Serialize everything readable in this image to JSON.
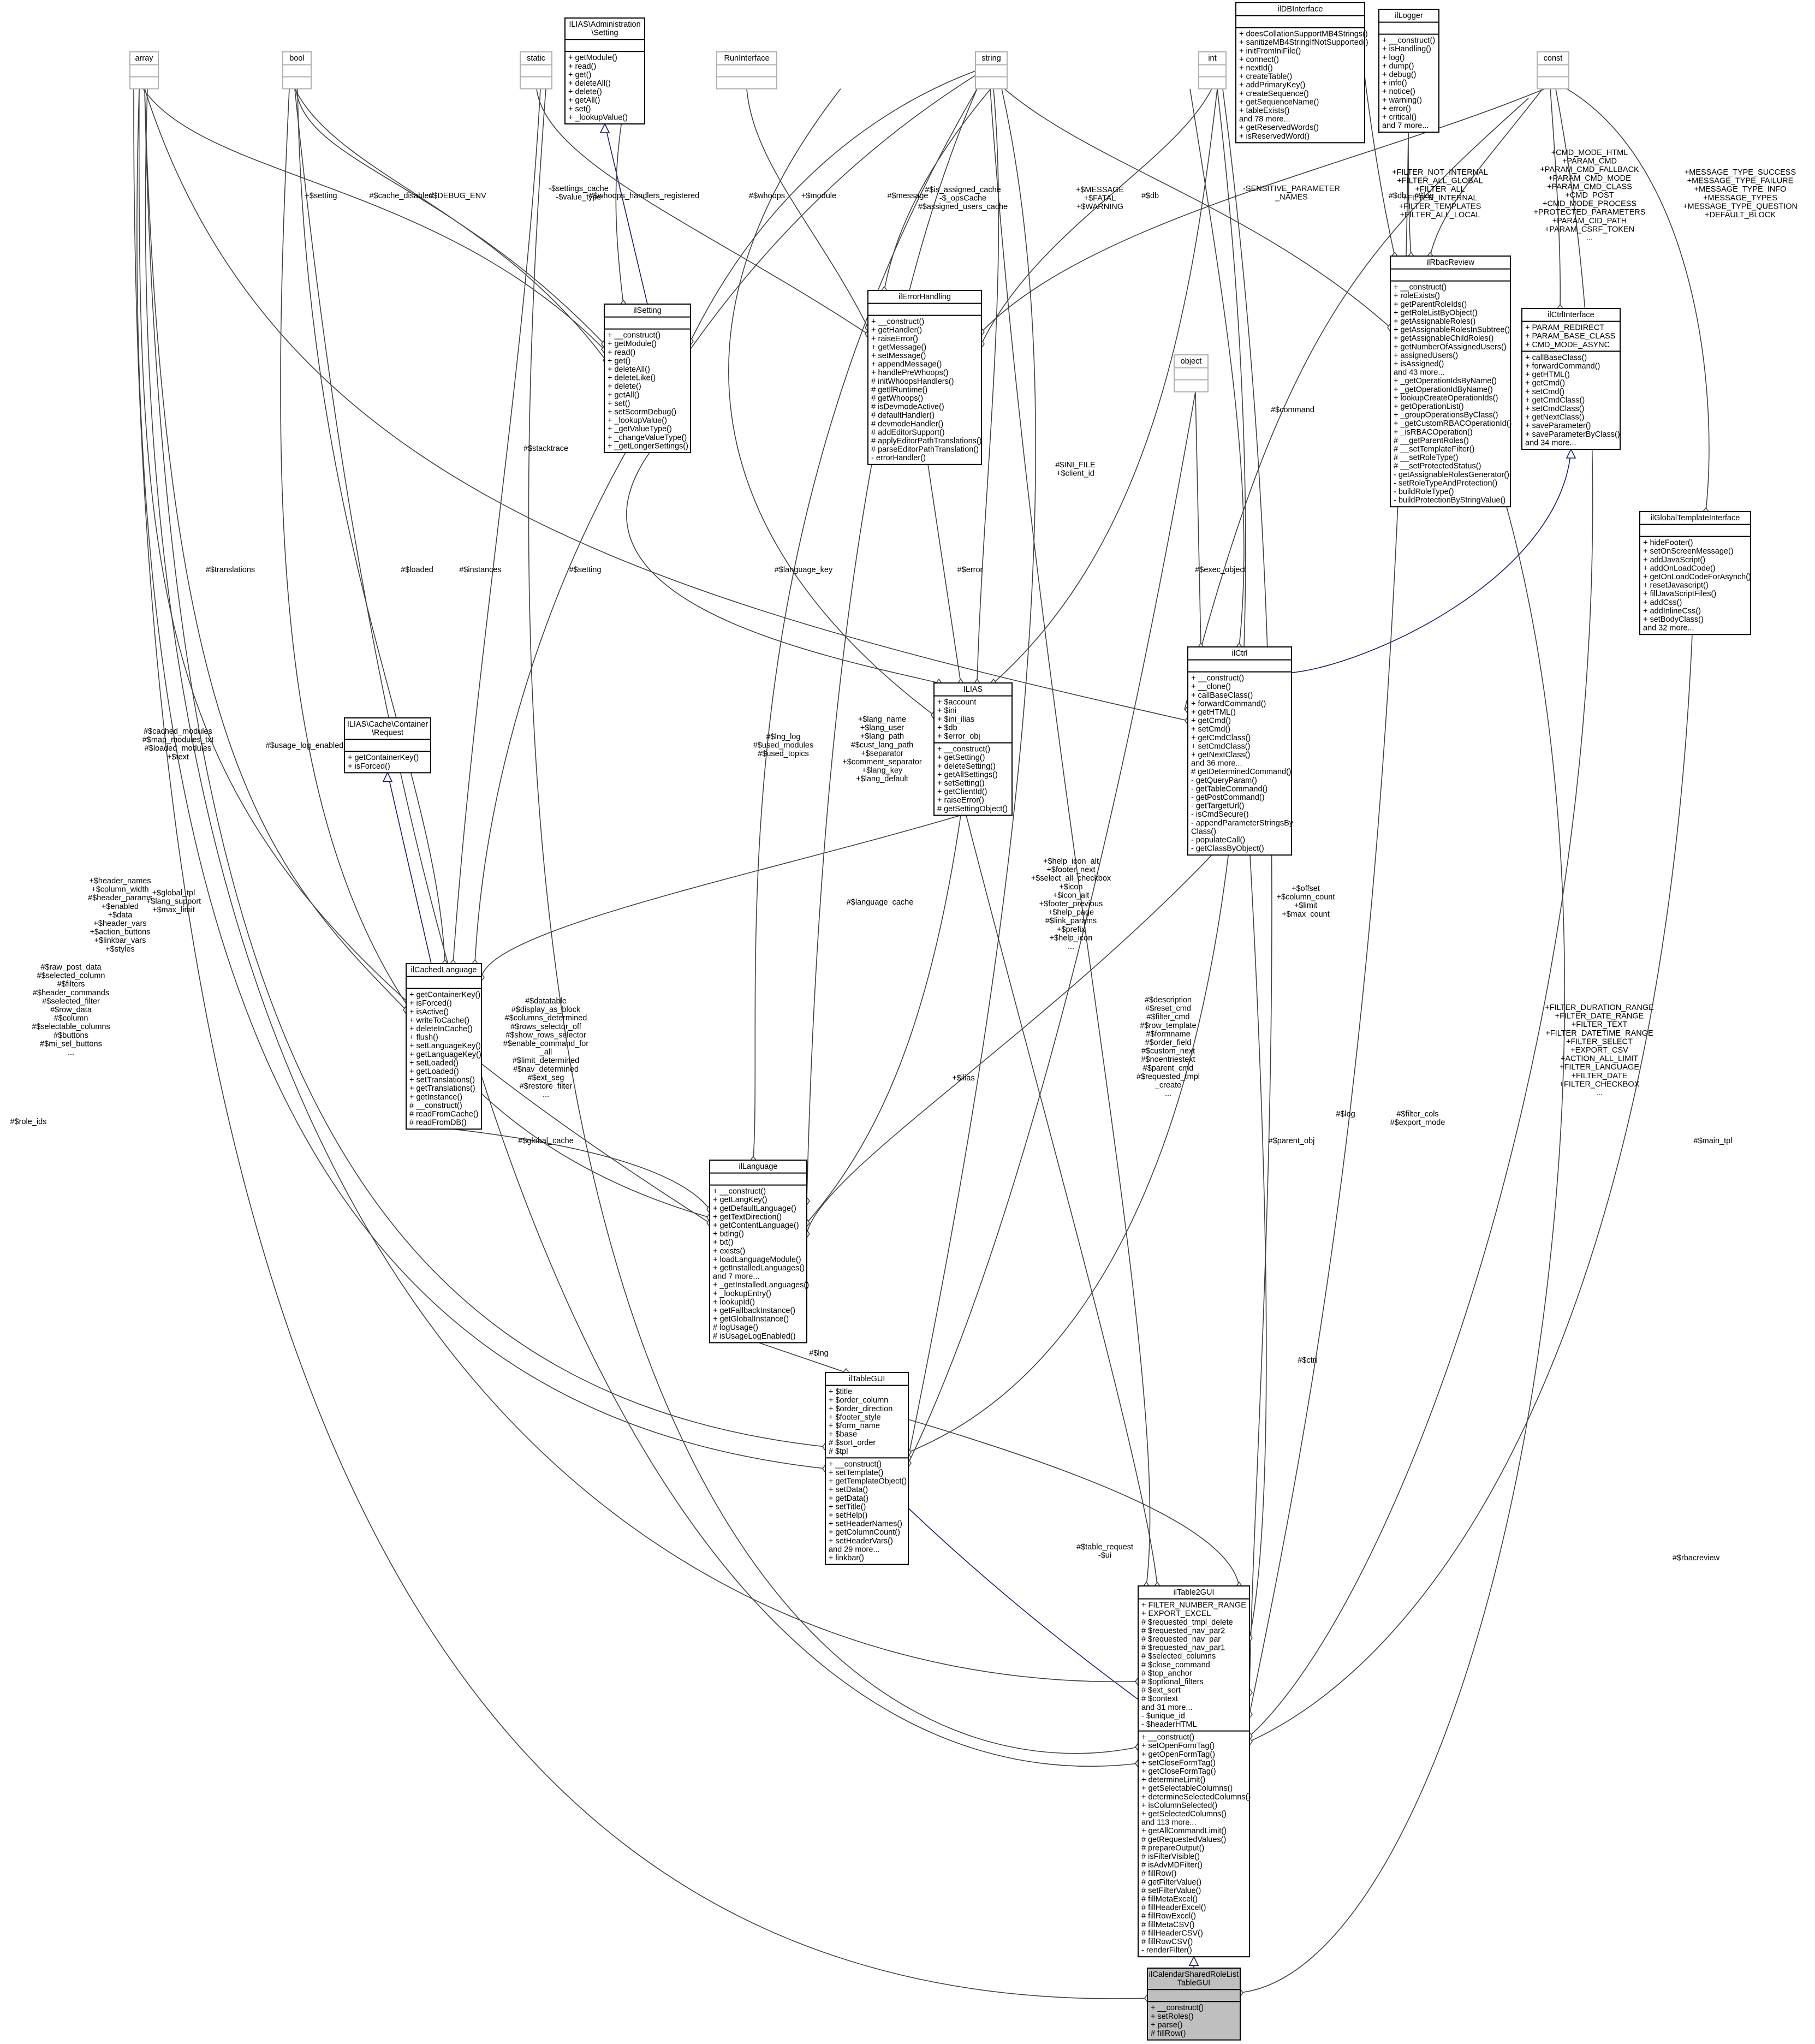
{
  "classes": {
    "array": {
      "title": [
        "array"
      ],
      "attrs": [],
      "ops": []
    },
    "bool": {
      "title": [
        "bool"
      ],
      "attrs": [],
      "ops": []
    },
    "static": {
      "title": [
        "static"
      ],
      "attrs": [],
      "ops": []
    },
    "setting_admin": {
      "title": [
        "ILIAS\\Administration",
        "\\Setting"
      ],
      "attrs": [],
      "ops": [
        "+ getModule()",
        "+ read()",
        "+ get()",
        "+ deleteAll()",
        "+ delete()",
        "+ getAll()",
        "+ set()",
        "+ _lookupValue()"
      ]
    },
    "runinterface": {
      "title": [
        "RunInterface"
      ],
      "attrs": [],
      "ops": []
    },
    "string": {
      "title": [
        "string"
      ],
      "attrs": [],
      "ops": []
    },
    "int": {
      "title": [
        "int"
      ],
      "attrs": [],
      "ops": []
    },
    "ildbinterface": {
      "title": [
        "ilDBInterface"
      ],
      "attrs": [],
      "ops": [
        "+ doesCollationSupportMB4Strings()",
        "+ sanitizeMB4StringIfNotSupported()",
        "+ initFromIniFile()",
        "+ connect()",
        "+ nextId()",
        "+ createTable()",
        "+ addPrimaryKey()",
        "+ createSequence()",
        "+ getSequenceName()",
        "+ tableExists()",
        "and 78 more...",
        "+ getReservedWords()",
        "+ isReservedWord()"
      ]
    },
    "illogger": {
      "title": [
        "ilLogger"
      ],
      "attrs": [],
      "ops": [
        "+ __construct()",
        "+ isHandling()",
        "+ log()",
        "+ dump()",
        "+ debug()",
        "+ info()",
        "+ notice()",
        "+ warning()",
        "+ error()",
        "+ critical()",
        "and 7 more..."
      ]
    },
    "const": {
      "title": [
        "const"
      ],
      "attrs": [],
      "ops": []
    },
    "ilsetting": {
      "title": [
        "ilSetting"
      ],
      "attrs": [],
      "ops": [
        "+ __construct()",
        "+ getModule()",
        "+ read()",
        "+ get()",
        "+ deleteAll()",
        "+ deleteLike()",
        "+ delete()",
        "+ getAll()",
        "+ set()",
        "+ setScormDebug()",
        "+ _lookupValue()",
        "+ _getValueType()",
        "+ _changeValueType()",
        "+ _getLongerSettings()"
      ]
    },
    "ilerrorhandling": {
      "title": [
        "ilErrorHandling"
      ],
      "attrs": [],
      "ops": [
        "+ __construct()",
        "+ getHandler()",
        "+ raiseError()",
        "+ getMessage()",
        "+ setMessage()",
        "+ appendMessage()",
        "+ handlePreWhoops()",
        "# initWhoopsHandlers()",
        "# getIlRuntime()",
        "# getWhoops()",
        "# isDevmodeActive()",
        "# defaultHandler()",
        "# devmodeHandler()",
        "# addEditorSupport()",
        "# applyEditorPathTranslations()",
        "# parseEditorPathTranslation()",
        "- errorHandler()"
      ]
    },
    "ilrbacreview": {
      "title": [
        "ilRbacReview"
      ],
      "attrs": [],
      "ops": [
        "+ __construct()",
        "+ roleExists()",
        "+ getParentRoleIds()",
        "+ getRoleListByObject()",
        "+ getAssignableRoles()",
        "+ getAssignableRolesInSubtree()",
        "+ getAssignableChildRoles()",
        "+ getNumberOfAssignedUsers()",
        "+ assignedUsers()",
        "+ isAssigned()",
        "and 43 more...",
        "+ _getOperationIdsByName()",
        "+ _getOperationIdByName()",
        "+ lookupCreateOperationIds()",
        "+ getOperationList()",
        "+ _groupOperationsByClass()",
        "+ _getCustomRBACOperationId()",
        "+ _isRBACOperation()",
        "# __getParentRoles()",
        "# __setTemplateFilter()",
        "# __setRoleType()",
        "# __setProtectedStatus()",
        "- getAssignableRolesGenerator()",
        "- setRoleTypeAndProtection()",
        "- buildRoleType()",
        "- buildProtectionByStringValue()"
      ]
    },
    "ilctrlinterface": {
      "title": [
        "ilCtrlInterface"
      ],
      "attrs": [
        "+ PARAM_REDIRECT",
        "+ PARAM_BASE_CLASS",
        "+ CMD_MODE_ASYNC"
      ],
      "ops": [
        "+ callBaseClass()",
        "+ forwardCommand()",
        "+ getHTML()",
        "+ getCmd()",
        "+ setCmd()",
        "+ getCmdClass()",
        "+ setCmdClass()",
        "+ getNextClass()",
        "+ saveParameter()",
        "+ saveParameterByClass()",
        "and 34 more..."
      ]
    },
    "object": {
      "title": [
        "object"
      ],
      "attrs": [],
      "ops": []
    },
    "ilglobaltemplate": {
      "title": [
        "ilGlobalTemplateInterface"
      ],
      "attrs": [],
      "ops": [
        "+ hideFooter()",
        "+ setOnScreenMessage()",
        "+ addJavaScript()",
        "+ addOnLoadCode()",
        "+ getOnLoadCodeForAsynch()",
        "+ resetJavascript()",
        "+ fillJavaScriptFiles()",
        "+ addCss()",
        "+ addInlineCss()",
        "+ setBodyClass()",
        "and 32 more..."
      ]
    },
    "cacherequest": {
      "title": [
        "ILIAS\\Cache\\Container",
        "\\Request"
      ],
      "attrs": [],
      "ops": [
        "+ getContainerKey()",
        "+ isForced()"
      ]
    },
    "ilias": {
      "title": [
        "ILIAS"
      ],
      "attrs": [
        "+ $account",
        "+ $ini",
        "+ $ini_ilias",
        "+ $db",
        "+ $error_obj"
      ],
      "ops": [
        "+ __construct()",
        "+ getSetting()",
        "+ deleteSetting()",
        "+ getAllSettings()",
        "+ setSetting()",
        "+ getClientId()",
        "+ raiseError()",
        "# getSettingObject()"
      ]
    },
    "ilctrl": {
      "title": [
        "ilCtrl"
      ],
      "attrs": [],
      "ops": [
        "+ __construct()",
        "+ __clone()",
        "+ callBaseClass()",
        "+ forwardCommand()",
        "+ getHTML()",
        "+ getCmd()",
        "+ setCmd()",
        "+ getCmdClass()",
        "+ setCmdClass()",
        "+ getNextClass()",
        "and 36 more...",
        "# getDeterminedCommand()",
        "- getQueryParam()",
        "- getTableCommand()",
        "- getPostCommand()",
        "- getTargetUrl()",
        "- isCmdSecure()",
        "- appendParameterStringsBy",
        "Class()",
        "- populateCall()",
        "- getClassByObject()"
      ]
    },
    "ilcachedlanguage": {
      "title": [
        "ilCachedLanguage"
      ],
      "attrs": [],
      "ops": [
        "+ getContainerKey()",
        "+ isForced()",
        "+ isActive()",
        "+ writeToCache()",
        "+ deleteInCache()",
        "+ flush()",
        "+ setLanguageKey()",
        "+ getLanguageKey()",
        "+ setLoaded()",
        "+ getLoaded()",
        "+ setTranslations()",
        "+ getTranslations()",
        "+ getInstance()",
        "# __construct()",
        "# readFromCache()",
        "# readFromDB()"
      ]
    },
    "illanguage": {
      "title": [
        "ilLanguage"
      ],
      "attrs": [],
      "ops": [
        "+ __construct()",
        "+ getLangKey()",
        "+ getDefaultLanguage()",
        "+ getTextDirection()",
        "+ getContentLanguage()",
        "+ txtlng()",
        "+ txt()",
        "+ exists()",
        "+ loadLanguageModule()",
        "+ getInstalledLanguages()",
        "and 7 more...",
        "+ _getInstalledLanguages()",
        "+ _lookupEntry()",
        "+ lookupId()",
        "+ getFallbackInstance()",
        "+ getGlobalInstance()",
        "# logUsage()",
        "# isUsageLogEnabled()"
      ]
    },
    "iltablegui": {
      "title": [
        "ilTableGUI"
      ],
      "attrs": [
        "+ $title",
        "+ $order_column",
        "+ $order_direction",
        "+ $footer_style",
        "+ $form_name",
        "+ $base",
        "# $sort_order",
        "# $tpl"
      ],
      "ops": [
        "+ __construct()",
        "+ setTemplate()",
        "+ getTemplateObject()",
        "+ setData()",
        "+ getData()",
        "+ setTitle()",
        "+ setHelp()",
        "+ setHeaderNames()",
        "+ getColumnCount()",
        "+ setHeaderVars()",
        "and 29 more...",
        "+ linkbar()"
      ]
    },
    "iltable2gui": {
      "title": [
        "ilTable2GUI"
      ],
      "attrs": [
        "+ FILTER_NUMBER_RANGE",
        "+ EXPORT_EXCEL",
        "# $requested_tmpl_delete",
        "# $requested_nav_par2",
        "# $requested_nav_par",
        "# $requested_nav_par1",
        "# $selected_columns",
        "# $close_command",
        "# $top_anchor",
        "# $optional_filters",
        "# $ext_sort",
        "# $context",
        "and 31 more...",
        "- $unique_id",
        "- $headerHTML"
      ],
      "ops": [
        "+ __construct()",
        "+ setOpenFormTag()",
        "+ getOpenFormTag()",
        "+ setCloseFormTag()",
        "+ getCloseFormTag()",
        "+ determineLimit()",
        "+ getSelectableColumns()",
        "+ determineSelectedColumns()",
        "+ isColumnSelected()",
        "+ getSelectedColumns()",
        "and 113 more...",
        "+ getAllCommandLimit()",
        "# getRequestedValues()",
        "# prepareOutput()",
        "# isFilterVisible()",
        "# isAdvMDFilter()",
        "# fillRow()",
        "# getFilterValue()",
        "# setFilterValue()",
        "# fillMetaExcel()",
        "# fillHeaderExcel()",
        "# fillRowExcel()",
        "# fillMetaCSV()",
        "# fillHeaderCSV()",
        "# fillRowCSV()",
        "- renderFilter()"
      ]
    },
    "focus": {
      "title": [
        "ilCalendarSharedRoleList",
        "TableGUI"
      ],
      "attrs": [],
      "ops": [
        "+ __construct()",
        "+ setRoles()",
        "+ parse()",
        "# fillRow()"
      ]
    }
  },
  "edge_labels": {
    "setting_static": [
      "-$settings_cache",
      "-$value_type"
    ],
    "setting_array": [
      "+$setting"
    ],
    "setting_bool": [
      "#$cache_disabled"
    ],
    "setting_debugenv": [
      "#$DEBUG_ENV"
    ],
    "setting_module": [
      "+$module"
    ],
    "err_whoops_reg": [
      "#$whoops_handlers_registered"
    ],
    "err_whoops": [
      "#$whoops"
    ],
    "err_message": [
      "#$message"
    ],
    "err_const": [
      "+$MESSAGE",
      "+$FATAL",
      "+$WARNING"
    ],
    "err_string_cache": [
      "#$is_assigned_cache",
      "-$_opsCache",
      "#$assigned_users_cache"
    ],
    "rbac_const": [
      "+FILTER_NOT_INTERNAL",
      "+FILTER_ALL_GLOBAL",
      "+FILTER_ALL",
      "+FILTER_INTERNAL",
      "+FILTER_TEMPLATES",
      "+FILTER_ALL_LOCAL"
    ],
    "rbac_sensitive": [
      "-SENSITIVE_PARAMETER",
      "_NAMES"
    ],
    "ctrli_const": [
      "+CMD_MODE_HTML",
      "+PARAM_CMD",
      "+PARAM_CMD_FALLBACK",
      "+PARAM_CMD_MODE",
      "+PARAM_CMD_CLASS",
      "+CMD_POST",
      "+CMD_MODE_PROCESS",
      "+PROTECTED_PARAMETERS",
      "+PARAM_CID_PATH",
      "+PARAM_CSRF_TOKEN",
      "..."
    ],
    "glob_const": [
      "+MESSAGE_TYPE_SUCCESS",
      "+MESSAGE_TYPE_FAILURE",
      "+MESSAGE_TYPE_INFO",
      "+MESSAGE_TYPES",
      "+MESSAGE_TYPE_QUESTION",
      "+DEFAULT_BLOCK"
    ],
    "rbac_db": [
      "#$db"
    ],
    "rbac_log": [
      "#$log"
    ],
    "ilias_db": [
      "#$db"
    ],
    "stacktrace": [
      "#$stacktrace"
    ],
    "ctrl_command": [
      "#$command"
    ],
    "translations": [
      "#$translations"
    ],
    "loaded": [
      "#$loaded"
    ],
    "instances": [
      "#$instances"
    ],
    "setting_ilias": [
      "#$setting"
    ],
    "language_key": [
      "#$language_key"
    ],
    "error": [
      "#$error"
    ],
    "ini_file": [
      "#$INI_FILE",
      "+$client_id"
    ],
    "exec_object": [
      "#$exec_object"
    ],
    "cached_modules": [
      "#$cached_modules",
      "#$map_modules_txt",
      "#$loaded_modules",
      "+$text"
    ],
    "usage_log": [
      "#$usage_log_enabled"
    ],
    "lng_log": [
      "#$lng_log",
      "#$used_modules",
      "#$used_topics"
    ],
    "lang_name": [
      "+$lang_name",
      "+$lang_user",
      "+$lang_path",
      "#$cust_lang_path",
      "+$separator",
      "+$comment_separator",
      "+$lang_key",
      "+$lang_default"
    ],
    "help_icon": [
      "+$help_icon_alt",
      "+$footer_next",
      "+$select_all_checkbox",
      "+$icon",
      "+$icon_alt",
      "+$footer_previous",
      "+$help_page",
      "#$link_params",
      "+$prefix",
      "+$help_icon",
      "..."
    ],
    "offset": [
      "+$offset",
      "+$column_count",
      "+$limit",
      "+$max_count"
    ],
    "header_names": [
      "+$header_names",
      "+$column_width",
      "#$header_params",
      "+$enabled",
      "+$data",
      "+$header_vars",
      "+$action_buttons",
      "+$linkbar_vars",
      "+$styles"
    ],
    "global_tpl": [
      "+$global_tpl",
      "+$lang_support",
      "+$max_limit"
    ],
    "language_cache": [
      "#$language_cache"
    ],
    "ilias_ref": [
      "+$ilias"
    ],
    "datatable": [
      "#$datatable",
      "#$display_as_block",
      "#$columns_determined",
      "#$rows_selector_off",
      "#$show_rows_selector",
      "#$enable_command_for",
      "_all",
      "#$limit_determined",
      "#$nav_determined",
      "#$ext_seg",
      "#$restore_filter",
      "..."
    ],
    "raw_post": [
      "#$raw_post_data",
      "#$selected_column",
      "#$filters",
      "#$header_commands",
      "#$selected_filter",
      "#$row_data",
      "#$column",
      "#$selectable_columns",
      "#$buttons",
      "#$mi_sel_buttons",
      "..."
    ],
    "global_cache": [
      "#$global_cache"
    ],
    "lng": [
      "#$lng"
    ],
    "description": [
      "#$description",
      "#$reset_cmd",
      "#$filter_cmd",
      "#$row_template",
      "#$formname",
      "#$order_field",
      "#$custom_next",
      "#$noentriestext",
      "#$parent_cmd",
      "#$requested_tmpl",
      "_create",
      "..."
    ],
    "log": [
      "#$log"
    ],
    "filter_cols": [
      "#$filter_cols",
      "#$export_mode"
    ],
    "filter_duration": [
      "+FILTER_DURATION_RANGE",
      "+FILTER_DATE_RANGE",
      "+FILTER_TEXT",
      "+FILTER_DATETIME_RANGE",
      "+FILTER_SELECT",
      "+EXPORT_CSV",
      "+ACTION_ALL_LIMIT",
      "+FILTER_LANGUAGE",
      "+FILTER_DATE",
      "+FILTER_CHECKBOX",
      "..."
    ],
    "table_request": [
      "#$table_request",
      "-$ui"
    ],
    "parent_obj": [
      "#$parent_obj"
    ],
    "ctrl": [
      "#$ctrl"
    ],
    "main_tpl": [
      "#$main_tpl"
    ],
    "role_ids": [
      "#$role_ids"
    ],
    "rbacreview": [
      "#$rbacreview"
    ]
  }
}
